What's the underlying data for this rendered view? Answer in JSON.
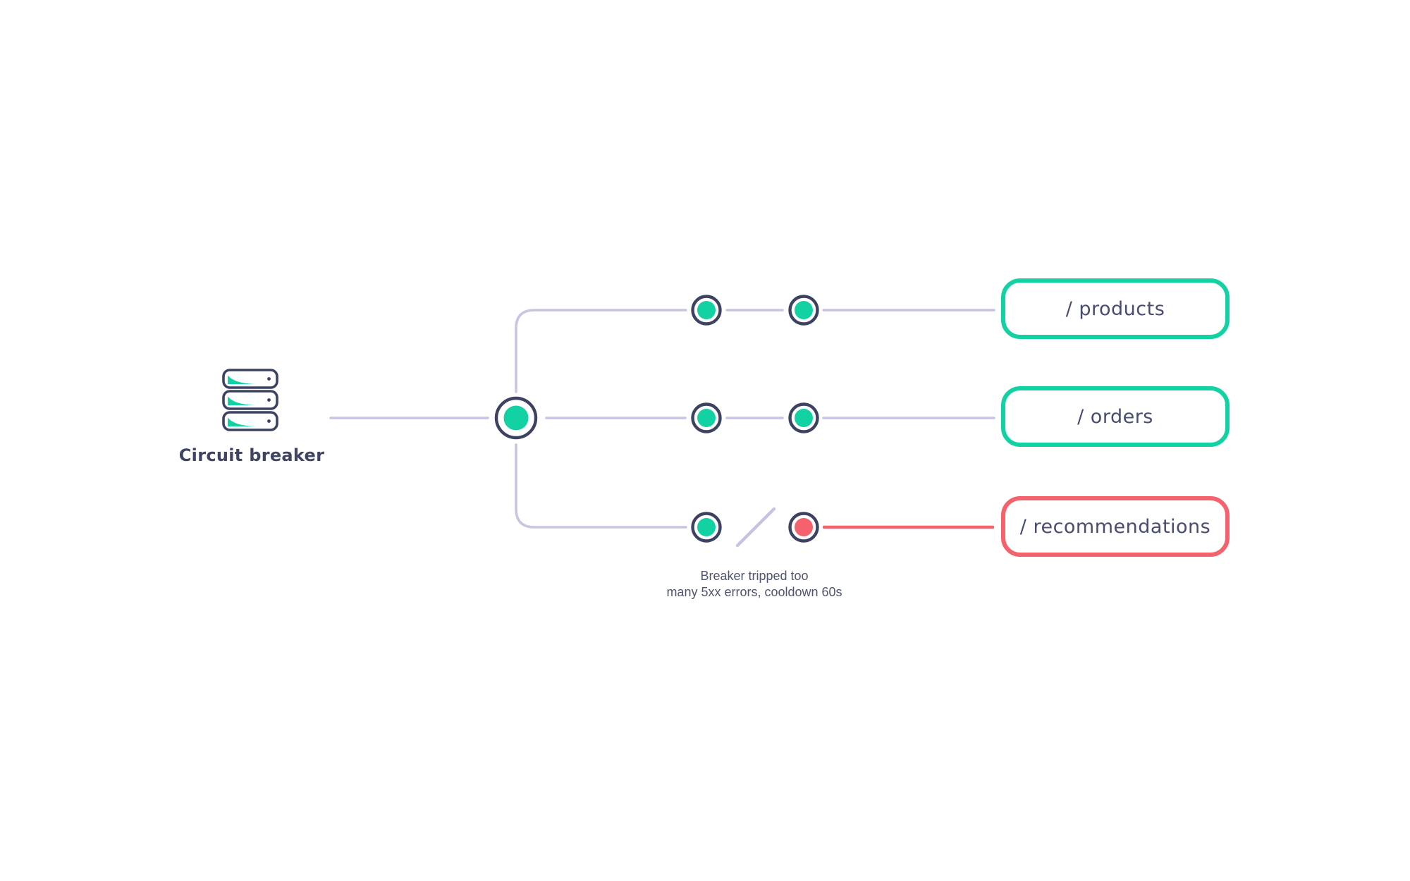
{
  "colors": {
    "teal": "#12d1a3",
    "red": "#f6616e",
    "navy": "#3d4262",
    "lavender": "#c7c4e4",
    "label_text": "#474c70",
    "breaker_label_text": "#3e4464",
    "annotation_text": "#4e5471"
  },
  "breaker": {
    "label": "Circuit breaker",
    "icon": "server-stack-icon",
    "hub_state": "healthy"
  },
  "routes": [
    {
      "label": "/ products",
      "status": "healthy",
      "accent": "#12d1a3",
      "nodes": [
        "healthy",
        "healthy"
      ]
    },
    {
      "label": "/ orders",
      "status": "healthy",
      "accent": "#12d1a3",
      "nodes": [
        "healthy",
        "healthy"
      ]
    },
    {
      "label": "/ recommendations",
      "status": "tripped",
      "accent": "#f6616e",
      "nodes": [
        "healthy",
        "tripped"
      ]
    }
  ],
  "annotation": {
    "line1": "Breaker tripped too",
    "line2": "many 5xx errors, cooldown 60s"
  }
}
